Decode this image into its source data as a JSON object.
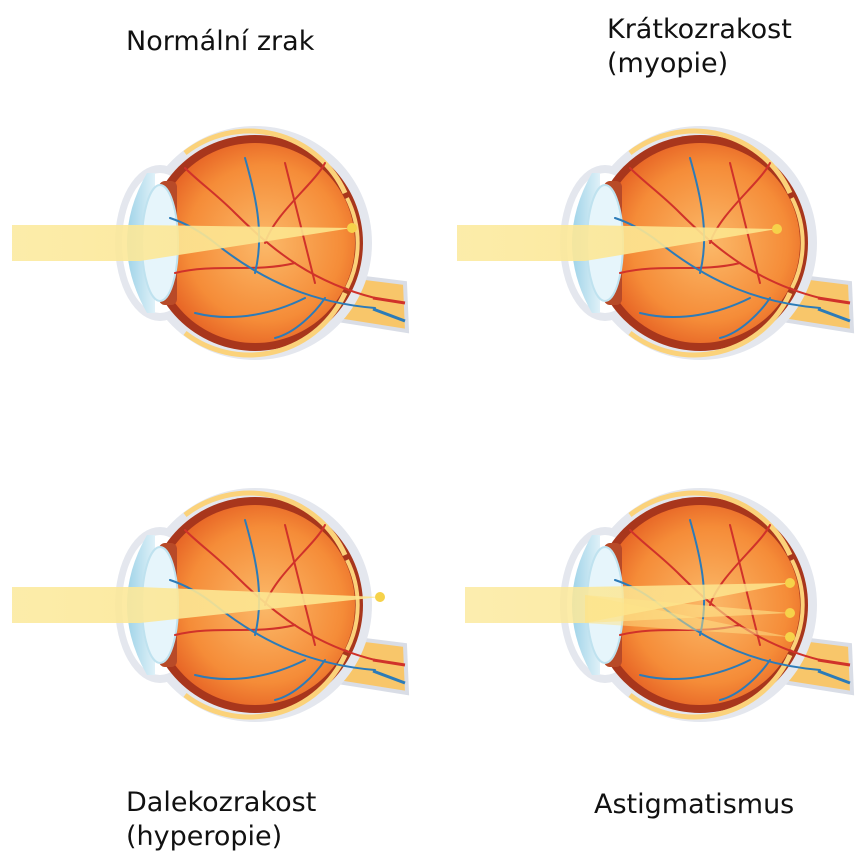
{
  "labels": {
    "normal": {
      "line1": "Normální zrak"
    },
    "myopia": {
      "line1": "Krátkozrakost",
      "line2": "(myopie)"
    },
    "hyperopia": {
      "line1": "Dalekozrakost",
      "line2": "(hyperopie)"
    },
    "astigmatism": {
      "line1": "Astigmatismus"
    }
  },
  "colors": {
    "sclera_outline": "#d9dde6",
    "eye_orange": "#f2782a",
    "eye_light": "#fbb969",
    "eye_dark_rim": "#a8361c",
    "cornea": "#cfe8f3",
    "lens": "#e6f5fb",
    "light_beam": "#fbeaa0",
    "vein_red": "#d0322a",
    "vein_blue": "#2c7bb8",
    "optic_nerve": "#f8c66a"
  }
}
